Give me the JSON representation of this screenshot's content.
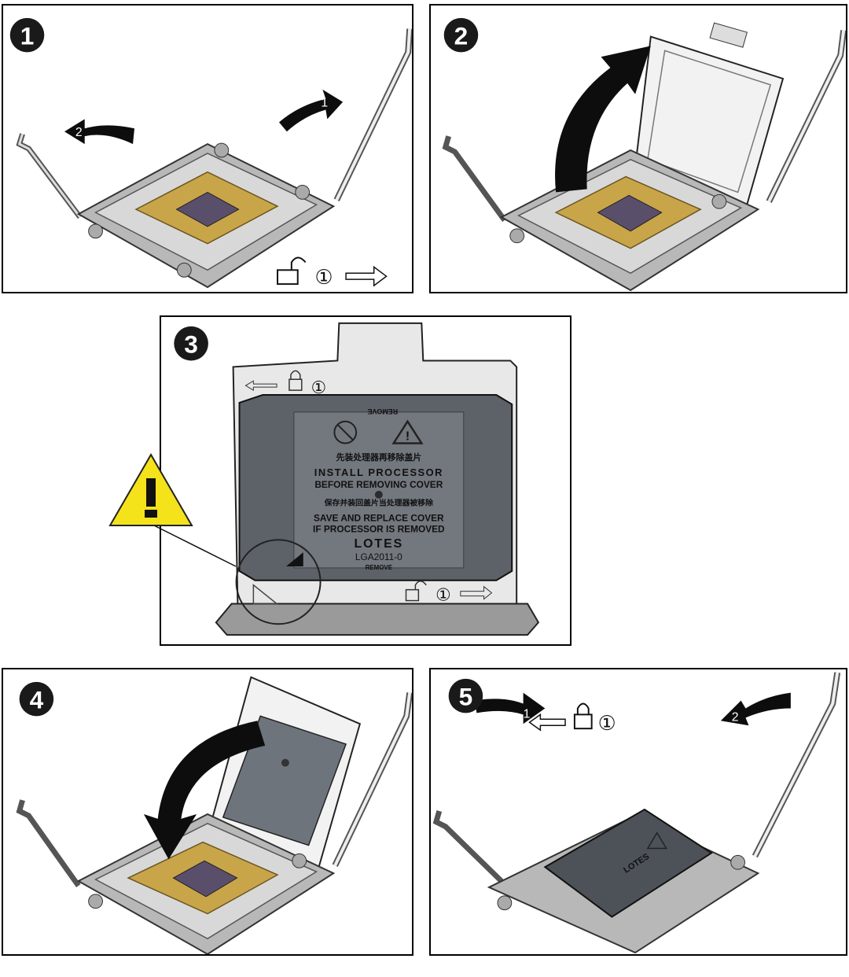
{
  "panels": [
    {
      "step": "1",
      "arrows": [
        {
          "label": "1"
        },
        {
          "label": "2"
        }
      ],
      "symbol": {
        "icon": "unlock-icon",
        "number": "①",
        "direction": "right"
      }
    },
    {
      "step": "2",
      "arrows": []
    },
    {
      "step": "3",
      "symbol_top": {
        "icon": "lock-icon",
        "number": "①",
        "direction": "left"
      },
      "symbol_bottom": {
        "icon": "unlock-icon",
        "number": "①",
        "direction": "right"
      },
      "cover": {
        "top_tab": "REMOVE",
        "cn_line1": "先装处理器再移除盖片",
        "line1": "INSTALL PROCESSOR",
        "line2": "BEFORE REMOVING COVER",
        "cn_line2": "保存并装回盖片当处理器被移除",
        "line3": "SAVE AND REPLACE COVER",
        "line4": "IF PROCESSOR IS REMOVED",
        "brand": "LOTES",
        "model": "LGA2011-0",
        "bottom_tab": "REMOVE"
      }
    },
    {
      "step": "4",
      "arrows": []
    },
    {
      "step": "5",
      "arrows": [
        {
          "label": "1"
        },
        {
          "label": "2"
        }
      ],
      "symbol": {
        "icon": "lock-icon",
        "number": "①",
        "direction": "left"
      },
      "cover_brand": "LOTES"
    }
  ],
  "colors": {
    "badge": "#1a1a1a",
    "arrow": "#0d0d0d",
    "warning": "#f4e21b",
    "metal": "#c9c9c9",
    "gold": "#c9a54a",
    "cover": "#5d6168"
  }
}
